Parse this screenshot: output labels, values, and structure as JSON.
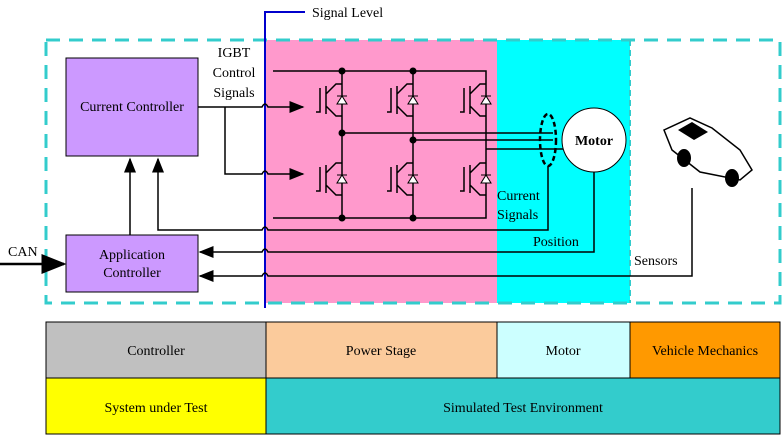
{
  "labels": {
    "signal_level": "Signal Level",
    "igbt_line1": "IGBT",
    "igbt_line2": "Control",
    "igbt_line3": "Signals",
    "current_controller": "Current Controller",
    "application_line1": "Application",
    "application_line2": "Controller",
    "can": "CAN",
    "motor": "Motor",
    "current_signals_line1": "Current",
    "current_signals_line2": "Signals",
    "position": "Position",
    "sensors": "Sensors"
  },
  "table": {
    "row1": [
      "Controller",
      "Power Stage",
      "Motor",
      "Vehicle Mechanics"
    ],
    "row2": [
      "System under Test",
      "Simulated Test Environment"
    ]
  },
  "colors": {
    "power_stage": "#ff99cc",
    "motor_zone": "#00ffff",
    "controller_box": "#cc99ff",
    "controller_cell": "#c0c0c0",
    "power_cell": "#fbcb9c",
    "motor_cell": "#ccffff",
    "vehicle_cell": "#ff9900",
    "sut_cell": "#ffff00",
    "ste_cell": "#33cccc"
  }
}
